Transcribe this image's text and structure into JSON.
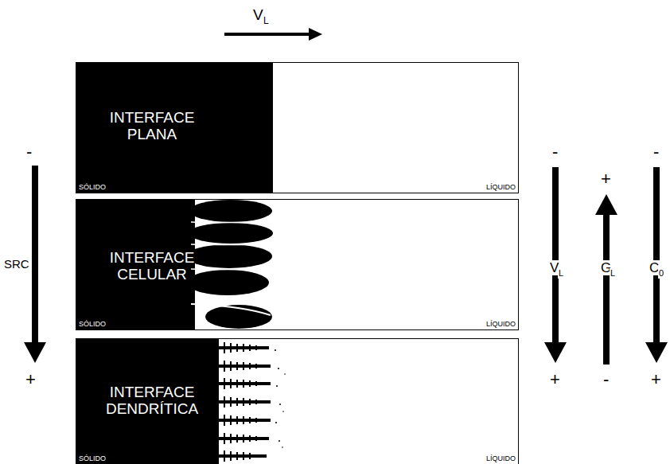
{
  "diagram": {
    "nodes": [
      {
        "text": [
          "INTERFACE PLANA",
          "SÓLIDO",
          "LÍQUIDO"
        ]
      },
      {
        "text": [
          "INTERFACE CELULAR",
          "SÓLIDO",
          "LÍQUIDO"
        ]
      },
      {
        "text": [
          "INTERFACE DENDRÍTICA",
          "SÓLIDO",
          "LÍQUIDO"
        ]
      }
    ],
    "labels": [
      "V",
      "L",
      "-",
      "SRC",
      "+",
      "-",
      "V",
      "L",
      "+",
      "+",
      "G",
      "L",
      "-",
      "-",
      "C",
      "0",
      "+"
    ]
  }
}
